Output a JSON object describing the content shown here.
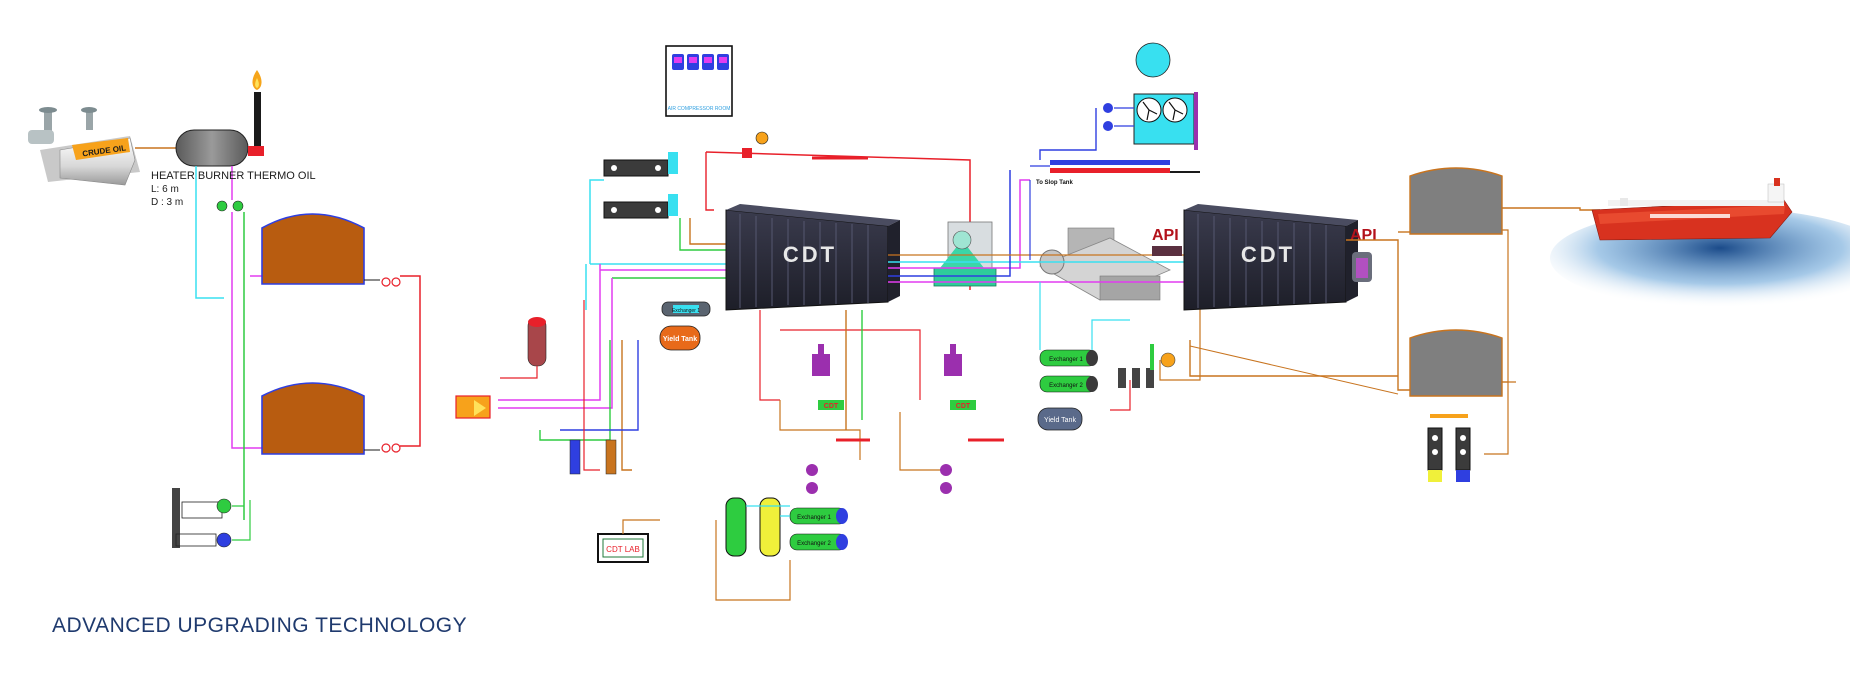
{
  "heater": {
    "title": "HEATER BURNER THERMO OIL",
    "length": "L: 6 m",
    "diameter": "D : 3 m"
  },
  "pipeline_label": "CRUDE OIL",
  "air_compressor_room": "AIR COMPRESSOR ROOM",
  "to_slop_tank": "To Slop Tank",
  "container_brand": "CDT",
  "exchangers": {
    "ex_center": "Exchanger 1",
    "ex_1": "Exchanger 1",
    "ex_2": "Exchanger 2",
    "ex_r1": "Exchanger 1",
    "ex_r2": "Exchanger 2"
  },
  "yield_tank": "Yield Tank",
  "cdt_lab": "CDT LAB",
  "api_logo": "API",
  "cdt_small": "CDT",
  "footer_title": "ADVANCED UPGRADING TECHNOLOGY",
  "colors": {
    "hot_line": "#e8202a",
    "cold_line": "#2f3fe0",
    "magenta_line": "#e23cf0",
    "cyan_line": "#38e0f0",
    "green_line": "#2ecc40",
    "brown_line": "#c8741f",
    "tank_fill": "#b85c10",
    "storage_tank": "#7f7f7f",
    "container": "#2b2c3a",
    "ship_hull": "#d8321f",
    "title": "#1f3a6e"
  },
  "icons": [
    "valve-icon",
    "pump-icon",
    "flame-icon",
    "fan-icon",
    "ship-icon",
    "container-icon",
    "separator-icon",
    "decanter-icon"
  ]
}
